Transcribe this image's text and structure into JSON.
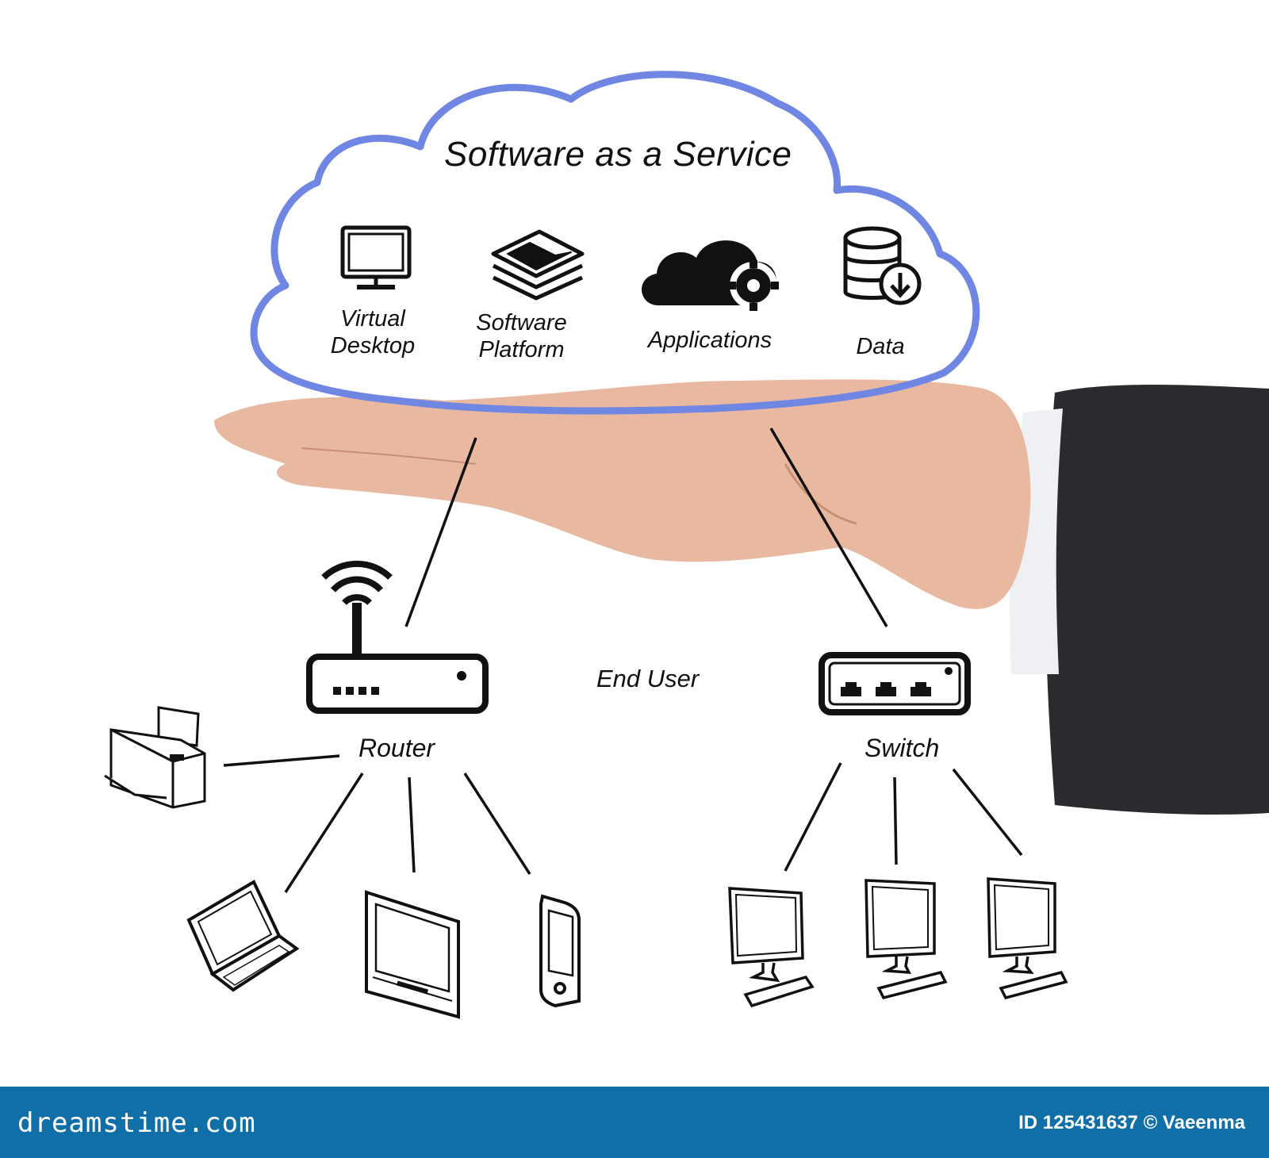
{
  "diagram": {
    "title": "Software as a Service",
    "services": [
      {
        "label_line1": "Virtual",
        "label_line2": "Desktop",
        "icon": "monitor-icon"
      },
      {
        "label_line1": "Software",
        "label_line2": "Platform",
        "icon": "layers-icon"
      },
      {
        "label_line1": "Applications",
        "label_line2": "",
        "icon": "cloud-gear-icon"
      },
      {
        "label_line1": "Data",
        "label_line2": "",
        "icon": "database-download-icon"
      }
    ],
    "center_label": "End User",
    "router": {
      "label": "Router",
      "icon": "wifi-router-icon"
    },
    "switch": {
      "label": "Switch",
      "icon": "network-switch-icon"
    },
    "router_devices": [
      "printer-icon",
      "laptop-icon",
      "tablet-icon",
      "smartphone-icon"
    ],
    "switch_devices": [
      "desktop-computer-icon",
      "desktop-computer-icon",
      "desktop-computer-icon"
    ],
    "colors": {
      "cloud_outline": "#6f86e3",
      "ink": "#111111",
      "skin": "#e8b9a0",
      "sleeve": "#2b2a2f"
    }
  },
  "footer": {
    "brand": "dreamstime.com",
    "credit": "ID 125431637 © Vaeenma",
    "color": "#0f6fa6"
  }
}
